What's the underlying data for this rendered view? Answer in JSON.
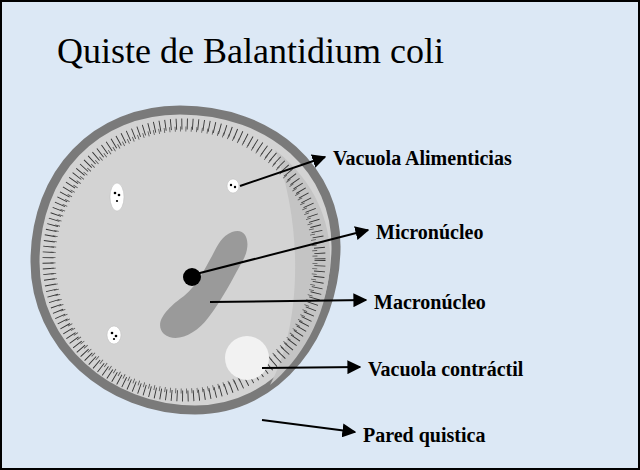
{
  "diagram": {
    "title": "Quiste de Balantidium coli",
    "labels": [
      "Vacuola Alimenticias",
      "Micronúcleo",
      "Macronúcleo",
      "Vacuola contráctil",
      "Pared quistica"
    ]
  }
}
